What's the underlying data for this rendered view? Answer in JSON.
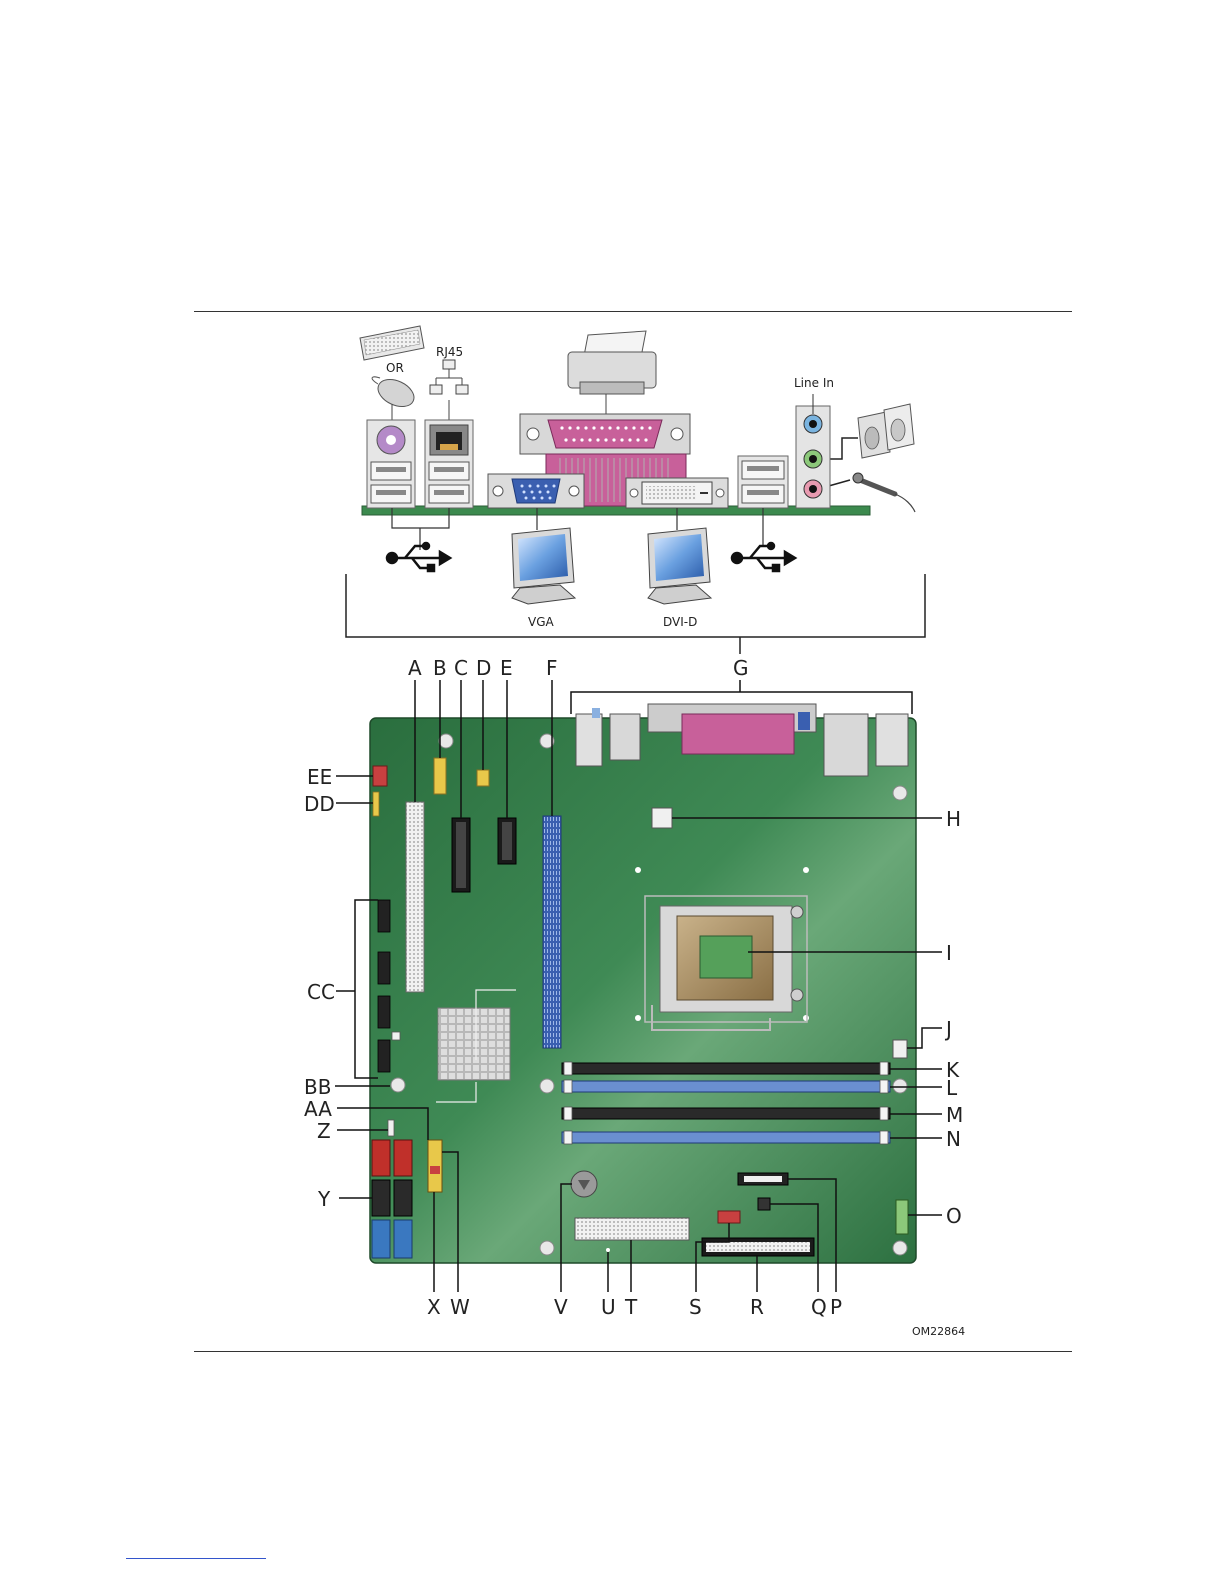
{
  "document": {
    "figure_id": "OM22864"
  },
  "back_panel": {
    "line_in_label": "Line In",
    "rj45_label": "RJ45",
    "or_label": "OR",
    "vga_label": "VGA",
    "dvid_label": "DVI-D"
  },
  "callouts": {
    "A": "A",
    "B": "B",
    "C": "C",
    "D": "D",
    "E": "E",
    "F": "F",
    "G": "G",
    "H": "H",
    "I": "I",
    "J": "J",
    "K": "K",
    "L": "L",
    "M": "M",
    "N": "N",
    "O": "O",
    "P": "P",
    "Q": "Q",
    "R": "R",
    "S": "S",
    "T": "T",
    "U": "U",
    "V": "V",
    "W": "W",
    "X": "X",
    "Y": "Y",
    "Z": "Z",
    "AA": "AA",
    "BB": "BB",
    "CC": "CC",
    "DD": "DD",
    "EE": "EE"
  },
  "colors": {
    "board": "#2f7a45",
    "board_light": "#5fa06a",
    "dimm_black": "#2a2a2a",
    "dimm_blue": "#6a8fd0",
    "pcie_blue": "#3a5fb0",
    "parallel_pink": "#c8609a",
    "sata_red": "#c0302a",
    "sata_blue": "#3a78c0"
  }
}
